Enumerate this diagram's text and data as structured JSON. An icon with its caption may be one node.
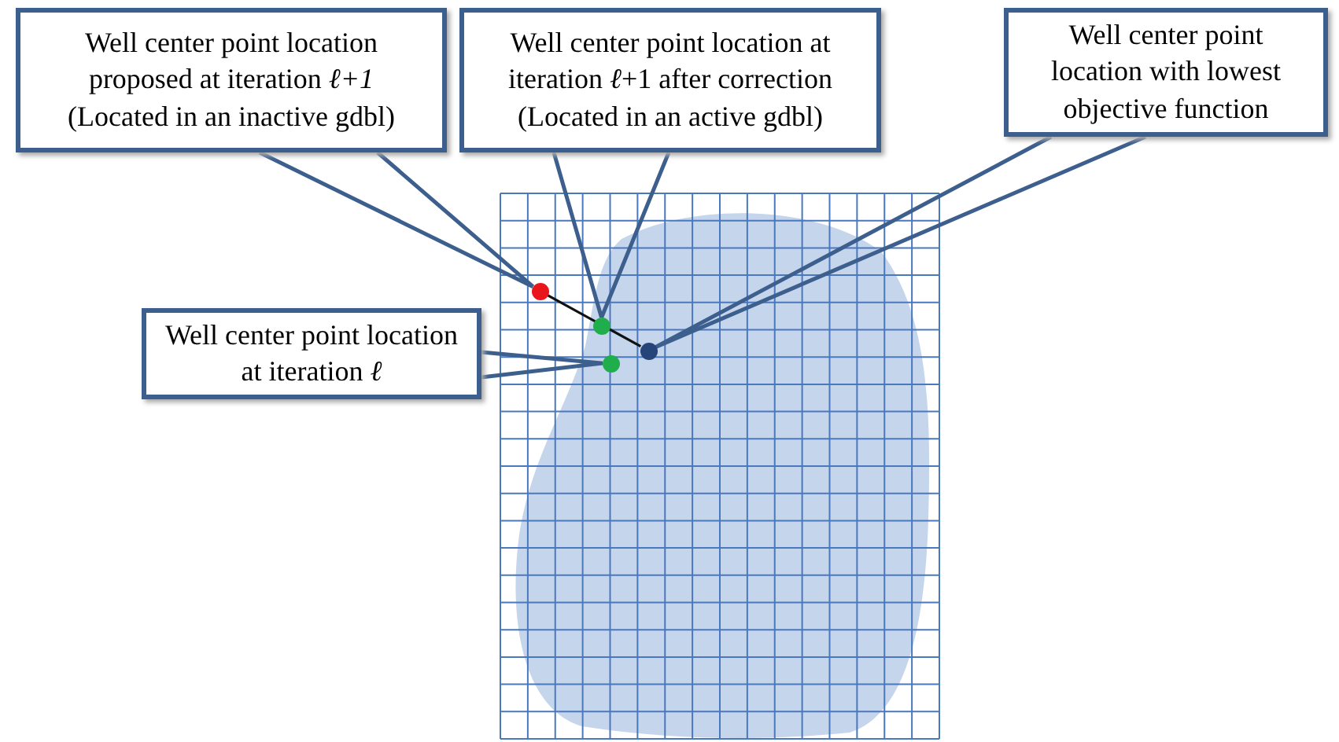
{
  "diagram": {
    "nodes": [
      {
        "text": [
          "Well center point location proposed at iteration *ℓ+1* (Located in an inactive gdbl)"
        ]
      },
      {
        "text": [
          "Well center point location at iteration *ℓ*+1 after correction (Located in an active gdbl)"
        ]
      },
      {
        "text": [
          "Well center point location with lowest objective function"
        ]
      },
      {
        "text": [
          "Well center point location at iteration *ℓ*"
        ]
      },
      {
        "text": [],
        "shape": "circle"
      },
      {
        "text": [],
        "shape": "circle"
      },
      {
        "text": [],
        "shape": "circle"
      },
      {
        "text": [],
        "shape": "circle"
      }
    ],
    "edges": [
      {
        "from": 0,
        "to": 4,
        "arrow": "none"
      },
      {
        "from": 1,
        "to": 5,
        "arrow": "none"
      },
      {
        "from": 2,
        "to": 7,
        "arrow": "none"
      },
      {
        "from": 3,
        "to": 6,
        "arrow": "none"
      },
      {
        "from": 4,
        "to": 7,
        "arrow": "none",
        "color": "#111111"
      }
    ]
  }
}
